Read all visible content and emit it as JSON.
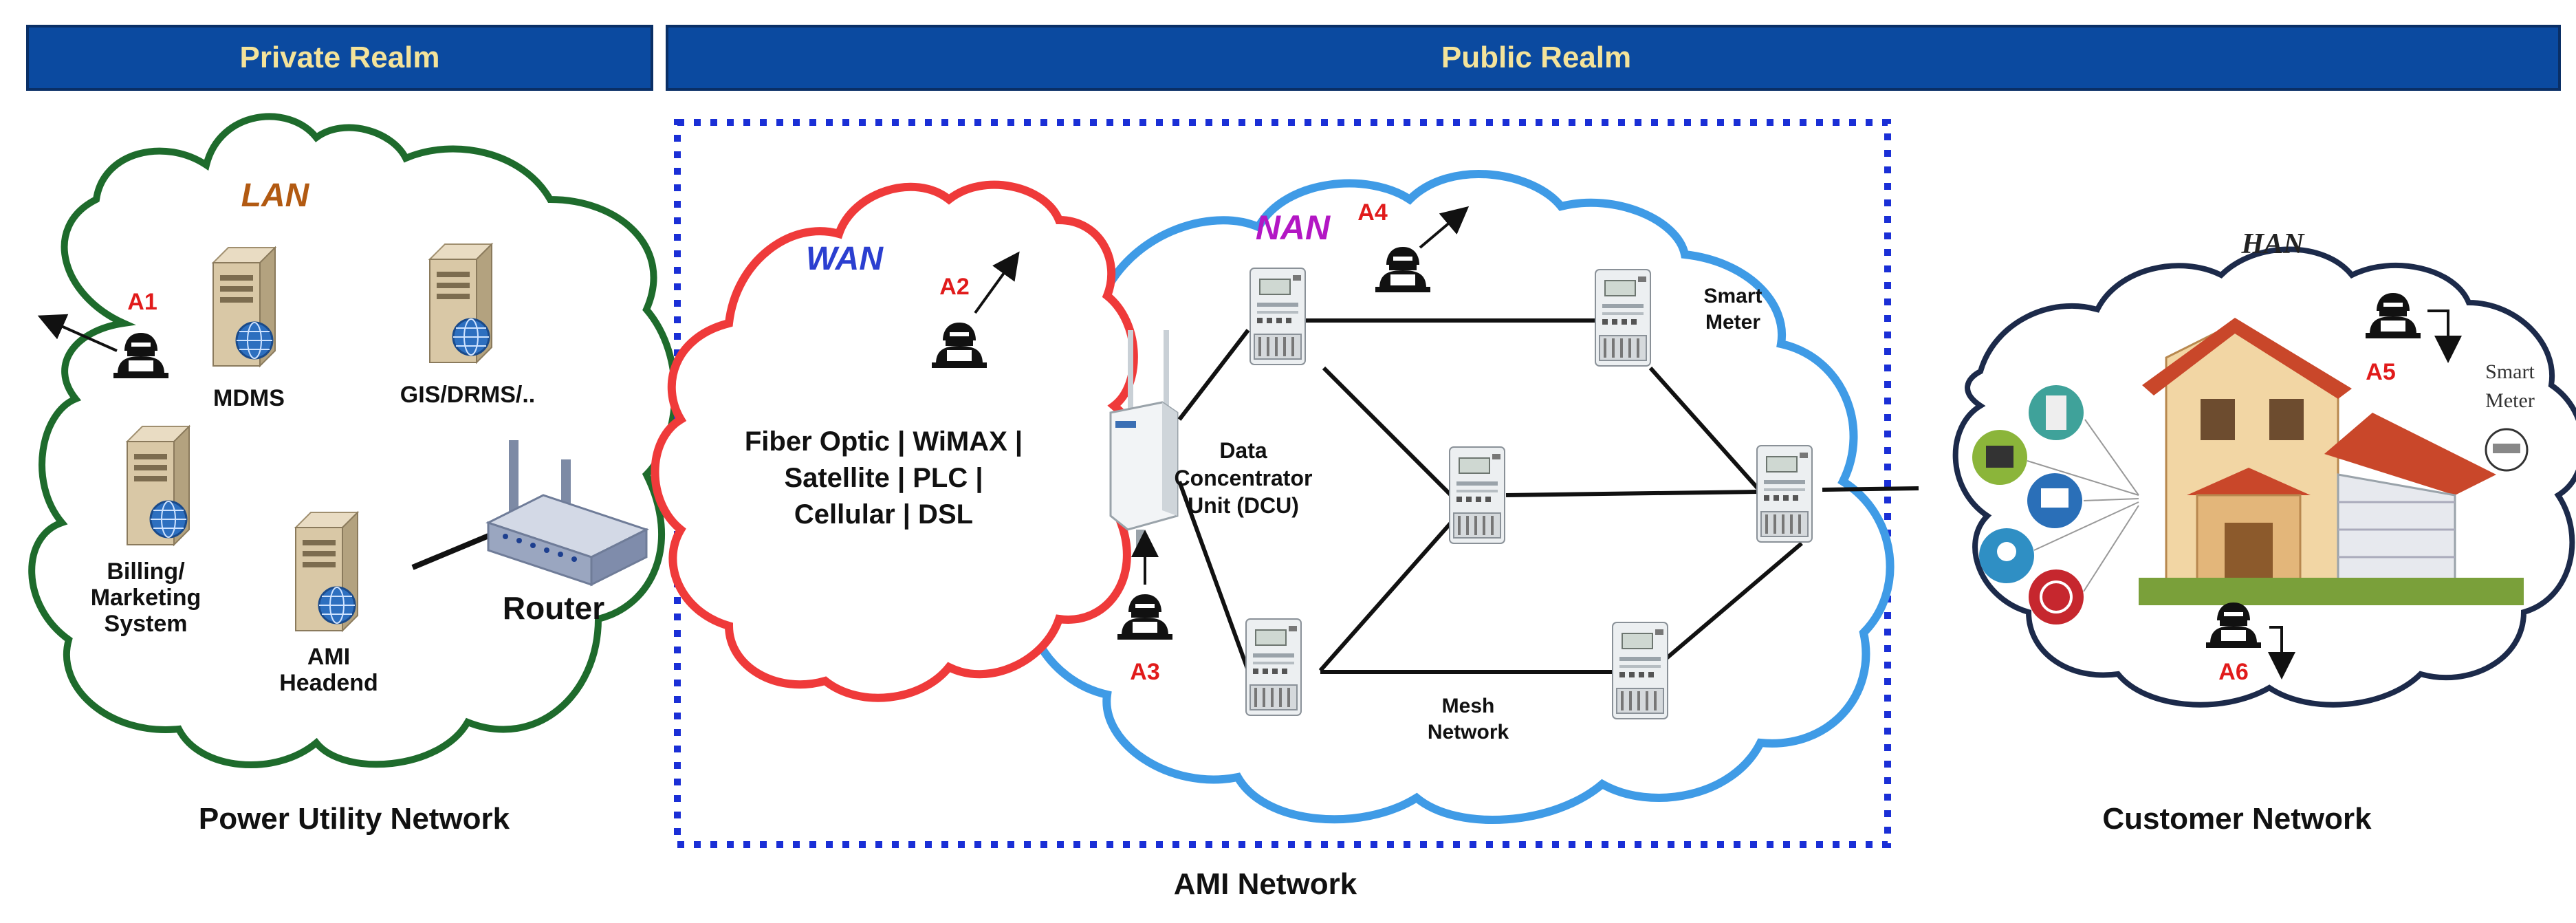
{
  "banners": {
    "private": "Private Realm",
    "public": "Public Realm"
  },
  "clouds": {
    "lan": "LAN",
    "wan": "WAN",
    "nan": "NAN",
    "han": "HAN"
  },
  "lan": {
    "mdms": "MDMS",
    "gis": "GIS/DRMS/..",
    "billing": [
      "Billing/",
      "Marketing",
      "System"
    ],
    "ami_headend": [
      "AMI",
      "Headend"
    ],
    "router": "Router"
  },
  "wan": {
    "technologies": [
      "Fiber Optic | WiMAX |",
      "Satellite | PLC |",
      "Cellular | DSL"
    ]
  },
  "nan": {
    "dcu": [
      "Data",
      "Concentrator",
      "Unit (DCU)"
    ],
    "smart_meter": [
      "Smart",
      "Meter"
    ],
    "mesh": [
      "Mesh",
      "Network"
    ]
  },
  "han": {
    "smart_meter": [
      "Smart",
      "Meter"
    ]
  },
  "attackers": [
    "A1",
    "A2",
    "A3",
    "A4",
    "A5",
    "A6"
  ],
  "captions": {
    "power_utility": "Power Utility Network",
    "ami": "AMI Network",
    "customer": "Customer Network"
  },
  "colors": {
    "banner_bg": "#0b4aa0",
    "banner_text": "#f4e39a",
    "lan_cloud": "#1e6b2c",
    "wan_cloud": "#ef3a3a",
    "nan_cloud": "#3f9be6",
    "han_cloud": "#1c2a4a",
    "ami_border": "#1a2fd6",
    "lan_title": "#b25a12",
    "wan_title": "#2b3fd0",
    "nan_title": "#b316c4",
    "attacker_label": "#e11b1b"
  }
}
